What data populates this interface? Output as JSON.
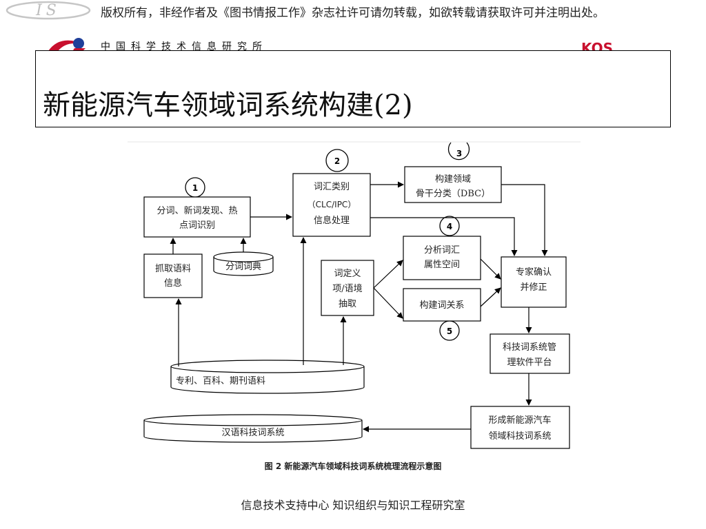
{
  "header": {
    "logo_text": "IS",
    "copyright": "版权所有，非经作者及《图书情报工作》杂志社许可请勿转载，如欲转载请获取许可并注明出处。",
    "org_logo_text": "中国科学技术信息研究所",
    "right_logo_text": "KOS"
  },
  "slide": {
    "title": "新能源汽车领域词系统构建(2)"
  },
  "flow": {
    "nums": [
      "1",
      "2",
      "3",
      "4",
      "5"
    ],
    "seg": {
      "label": [
        "分词、新词发现、热",
        "点词识别"
      ]
    },
    "crawl": {
      "label": [
        "抓取语料",
        "信息"
      ]
    },
    "dict": {
      "label": "分词词典"
    },
    "cat": {
      "label": [
        "词汇类别",
        "（CLC/IPC）",
        "信息处理"
      ]
    },
    "dbc": {
      "label": [
        "构建领域",
        "骨干分类（DBC）"
      ]
    },
    "attr": {
      "label": [
        "分析词汇",
        "属性空间"
      ]
    },
    "def": {
      "label": [
        "词定义",
        "项/语境",
        "抽取"
      ]
    },
    "rel": {
      "label": "构建词关系"
    },
    "expert": {
      "label": [
        "专家确认",
        "并修正"
      ]
    },
    "mgmt": {
      "label": [
        "科技词系统管",
        "理软件平台"
      ]
    },
    "corpus": {
      "label": "专利、百科、期刊语料"
    },
    "form": {
      "label": [
        "形成新能源汽车",
        "领域科技词系统"
      ]
    },
    "hanyu": {
      "label": "汉语科技词系统"
    }
  },
  "figure": {
    "caption": "图 2  新能源汽车领域科技词系统梳理流程示意图"
  },
  "footer": {
    "text": "信息技术支持中心    知识组织与知识工程研究室"
  }
}
